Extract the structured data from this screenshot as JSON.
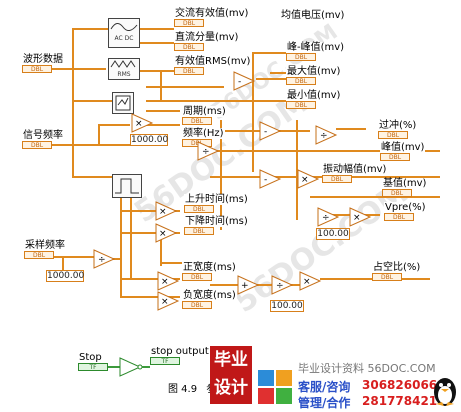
{
  "inputs": {
    "waveform": "波形数据",
    "signal_freq": "信号频率",
    "sample_freq": "采样频率",
    "stop": "Stop"
  },
  "dtype": {
    "dbl": "DBL",
    "tf": "TF"
  },
  "outputs": {
    "ac_rms": "交流有效值(mv)",
    "dc": "直流分量(mv)",
    "mean_v": "均值电压(mv)",
    "rms": "有效值RMS(mv)",
    "pp": "峰-峰值(mv)",
    "max": "最大值(mv)",
    "min": "最小值(mv)",
    "period": "周期(ms)",
    "freq": "频率(Hz)",
    "overshoot": "过冲(%)",
    "peak": "峰值(mv)",
    "amp": "振动幅值(mv)",
    "base": "基值(mv)",
    "vpre": "Vpre(%)",
    "rise": "上升时间(ms)",
    "fall": "下降时间(ms)",
    "pw": "正宽度(ms)",
    "nw": "负宽度(ms)",
    "duty": "占空比(%)",
    "stop_out": "stop output"
  },
  "consts": {
    "c1": "1000.00",
    "c2": "100.00",
    "c3": "1000.00",
    "c4": "100.00"
  },
  "vis": {
    "acdc": "AC DC",
    "rms": "RMS"
  },
  "caption": {
    "fig": "图 4.9",
    "tail": "参"
  },
  "watermark": {
    "site": "毕业设计资料 56DOC.COM",
    "brand1": "毕业",
    "brand2": "设计",
    "contact1_label": "客服/咨询",
    "contact1": "306826066",
    "contact2_label": "管理/合作",
    "contact2": "281778421",
    "diag1": "56DOC.COM",
    "diag2": "56DOC.COM",
    "diag3": "56DOC.COM"
  },
  "colors": {
    "wire_num": "#e08a1e",
    "wire_bool": "#3c9a3c",
    "accent_red": "#d81e1e",
    "blue": "#2a50c8"
  }
}
